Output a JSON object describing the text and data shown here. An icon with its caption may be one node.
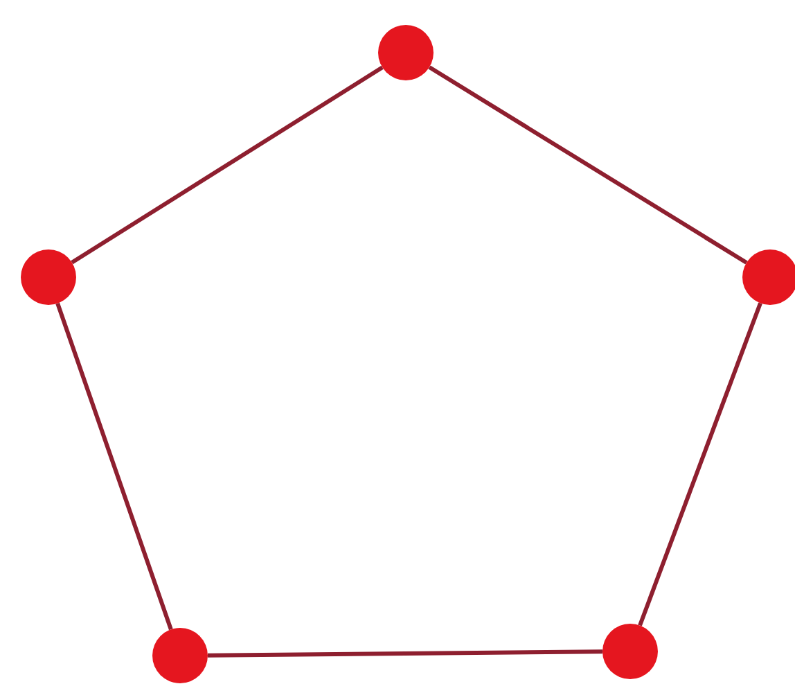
{
  "diagram": {
    "nodes": [
      {
        "text": [],
        "shape": "circle"
      },
      {
        "text": [],
        "shape": "circle"
      },
      {
        "text": [],
        "shape": "circle"
      },
      {
        "text": [],
        "shape": "circle"
      },
      {
        "text": [],
        "shape": "circle"
      }
    ],
    "edges": [
      {
        "from": 0,
        "to": 1,
        "arrow": "none"
      },
      {
        "from": 0,
        "to": 2,
        "arrow": "none"
      },
      {
        "from": 1,
        "to": 3,
        "arrow": "none"
      },
      {
        "from": 2,
        "to": 4,
        "arrow": "none"
      },
      {
        "from": 3,
        "to": 4,
        "arrow": "none"
      }
    ]
  }
}
